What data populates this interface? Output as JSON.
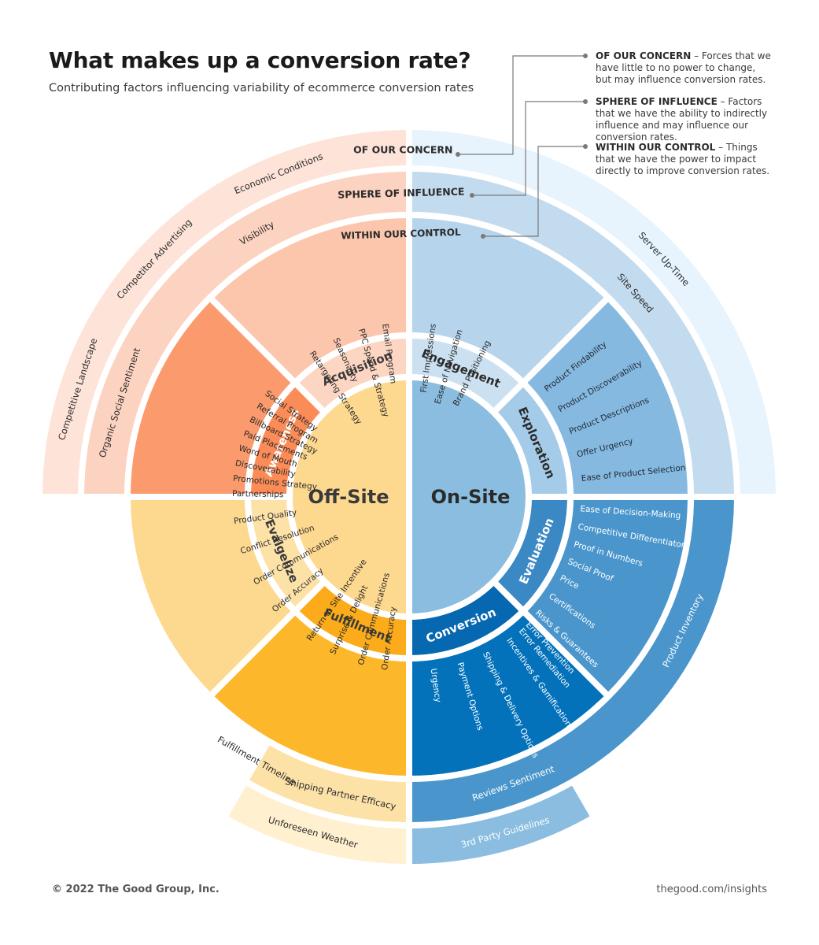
{
  "title": "What makes up a conversion rate?",
  "subtitle": "Contributing factors influencing variability of ecommerce conversion rates",
  "legend": [
    {
      "term": "OF OUR CONCERN",
      "description": " – Forces that we have little to no power to change, but may influence conversion rates."
    },
    {
      "term": "SPHERE OF INFLUENCE",
      "description": " – Factors that we have the ability to indirectly influence and may influence our conversion rates."
    },
    {
      "term": "WITHIN OUR CONTROL",
      "description": " – Things that we have the power to impact directly to improve conversion rates."
    }
  ],
  "ring_labels": {
    "concern": "OF OUR CONCERN",
    "influence": "SPHERE OF INFLUENCE",
    "control": "WITHIN OUR CONTROL"
  },
  "core": {
    "left": "Off-Site",
    "right": "On-Site"
  },
  "stages": {
    "acquisition": "Acquisition",
    "engagement": "Engagement",
    "exploration": "Exploration",
    "evaluation": "Evaluation",
    "conversion": "Conversion",
    "fulfillment": "Fulfillment",
    "evalgelize": "Evalgelize",
    "awareness": "Awareness"
  },
  "control_items": {
    "acquisition": [
      "Retargeting Strategy",
      "Seasonality",
      "PPC Spend & Strategy",
      "Email Program"
    ],
    "engagement": [
      "First Impressions",
      "Ease of Navigation",
      "Brand Positioning"
    ],
    "exploration": [
      "Product Findability",
      "Product Discoverability",
      "Product Descriptions",
      "Offer Urgency",
      "Ease of Product Selection"
    ],
    "evaluation": [
      "Ease of Decision-Making",
      "Competitive Differentiators",
      "Proof in Numbers",
      "Social Proof",
      "Price",
      "Certifications",
      "Risks & Guarantees"
    ],
    "conversion": [
      "Urgency",
      "Payment Options",
      "Shipping & Delivery Options",
      "Incentives & Gamification",
      "Error Remediation",
      "Error Prevention"
    ],
    "fulfillment": [
      "Return to Site Incentive",
      "Surprise & Delight",
      "Order Communications",
      "Order Accuracy"
    ],
    "evalgelize": [
      "Product Quality",
      "Conflict Resolution",
      "Order Communications",
      "Order Accuracy"
    ],
    "awareness": [
      "Social Strategy",
      "Referral Program",
      "Billboard Strategy",
      "Paid Placements",
      "Word of Mouth",
      "Discoverability",
      "Promotions Strategy",
      "Partnerships"
    ]
  },
  "influence_items": {
    "visibility": "Visibility",
    "organic_social": "Organic Social Sentiment",
    "site_speed": "Site Speed",
    "product_inventory": "Product Inventory",
    "reviews": "Reviews Sentiment",
    "fulfillment_timeline": "Fulfillment Timeline",
    "shipping_partner": "Shipping Partner Efficacy"
  },
  "concern_items": {
    "economic": "Economic Conditions",
    "competitor_advertising": "Competitor Advertising",
    "competitive_landscape": "Competitive Landscape",
    "server_uptime": "Server Up-Time",
    "third_party": "3rd Party Guidelines",
    "weather": "Unforeseen Weather"
  },
  "colors": {
    "offsite_core": "#fdd88f",
    "onsite_core": "#8abde0",
    "acquisition_band": "#fcc6ad",
    "awareness_band": "#fb9a6c",
    "fulfillment_band": "#fdb72b",
    "evalgelize_band": "#fcd98f",
    "engagement_band": "#b6d4ec",
    "exploration_band": "#86b9df",
    "evaluation_band": "#4a96cc",
    "conversion_band": "#0472bb"
  },
  "footer": {
    "copyright": "© 2022 The Good Group, Inc.",
    "link": "thegood.com/insights"
  }
}
